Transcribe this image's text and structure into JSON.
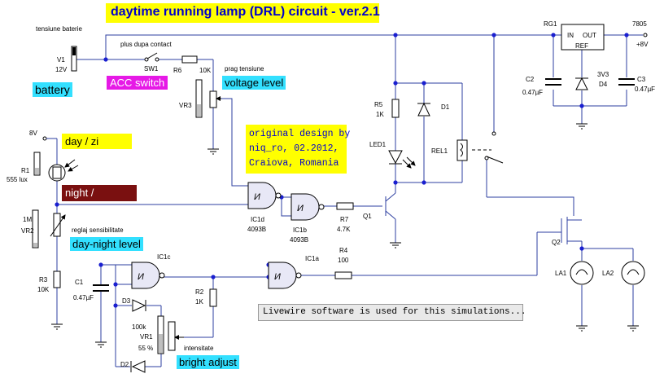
{
  "title": "daytime running lamp (DRL) circuit - ver.2.1",
  "colors": {
    "wire": "#2d3fa0",
    "dot": "#1a1fd0",
    "title_bg": "#ffff00",
    "cyan": "#33e0ff",
    "magenta": "#e619e6",
    "darkred": "#7a1010",
    "yellow": "#ffff00",
    "note_bg": "#e9e9e9"
  },
  "callouts": {
    "battery": "battery",
    "acc_switch": "ACC switch",
    "voltage_level": "voltage level",
    "day": "day / zi",
    "night": "night /",
    "day_night_level": "day-night level",
    "bright_adjust": "bright adjust",
    "original_line1": "original design by",
    "original_line2": "niq_ro, 02.2012,",
    "original_line3": "Craiova, Romania",
    "note": "Livewire software is used for this simulations..."
  },
  "labels": {
    "tensiune_baterie": "tensiune baterie",
    "v1": "V1",
    "v1_val": "12V",
    "plus_dupa_contact": "plus dupa contact",
    "sw1": "SW1",
    "r6": "R6",
    "r6_val": "10K",
    "prag": "prag tensiune",
    "vr3": "VR3",
    "supply_8v": "8V",
    "r1": "R1",
    "r1_val": "555 lux",
    "vr2_val": "1M",
    "vr2": "VR2",
    "reglaj": "reglaj sensibilitate",
    "r3": "R3",
    "r3_val": "10K",
    "c1": "C1",
    "c1_val": "0.47µF",
    "ic1c": "IC1c",
    "d3": "D3",
    "d3_val": "100k",
    "vr1": "VR1",
    "vr1_val": "55 %",
    "d2": "D2",
    "r2": "R2",
    "r2_val": "1K",
    "intensitate": "intensitate",
    "ic1d": "IC1d",
    "ic1d_val": "4093B",
    "ic1b": "IC1b",
    "ic1b_val": "4093B",
    "r7": "R7",
    "r7_val": "4.7K",
    "q1": "Q1",
    "ic1a": "IC1a",
    "r4": "R4",
    "r4_val": "100",
    "r5": "R5",
    "r5_val": "1K",
    "led1": "LED1",
    "d1": "D1",
    "rel1": "REL1",
    "rg1": "RG1",
    "reg_in": "IN",
    "reg_out": "OUT",
    "reg_ref": "REF",
    "reg_part": "7805",
    "plus8": "+8V",
    "c2": "C2",
    "c2_val": "0.47µF",
    "d4_val": "3V3",
    "d4": "D4",
    "c3": "C3",
    "c3_val": "0.47µF",
    "q2": "Q2",
    "la1": "LA1",
    "la2": "LA2",
    "gate_symbol": "И"
  }
}
